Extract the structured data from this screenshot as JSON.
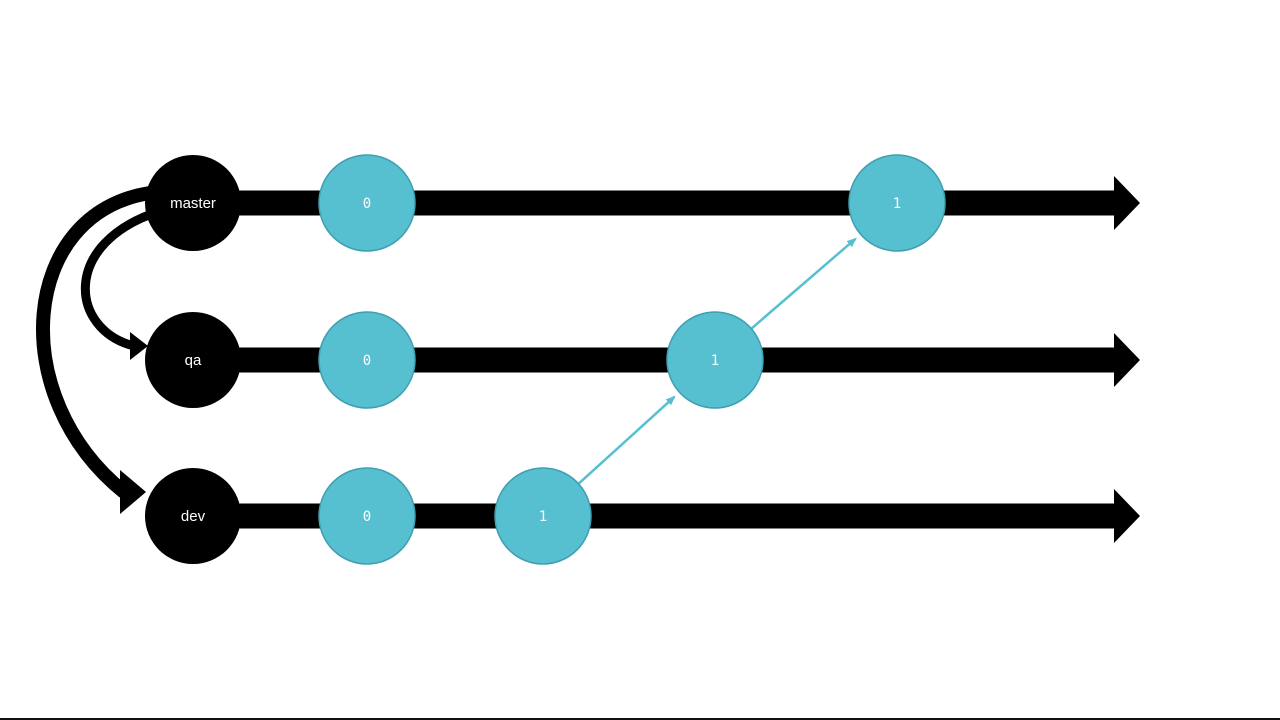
{
  "colors": {
    "branch": "#000000",
    "commit": "#56bfd0",
    "commit_border": "#3f9fb0",
    "merge_arrow": "#56bfd0",
    "background": "#ffffff"
  },
  "branches": [
    {
      "id": "master",
      "label": "master"
    },
    {
      "id": "qa",
      "label": "qa"
    },
    {
      "id": "dev",
      "label": "dev"
    }
  ],
  "commits": [
    {
      "branch": "master",
      "slot": 0,
      "label": "0"
    },
    {
      "branch": "master",
      "slot": 3,
      "label": "1"
    },
    {
      "branch": "qa",
      "slot": 0,
      "label": "0"
    },
    {
      "branch": "qa",
      "slot": 2,
      "label": "1"
    },
    {
      "branch": "dev",
      "slot": 0,
      "label": "0"
    },
    {
      "branch": "dev",
      "slot": 1,
      "label": "1"
    }
  ],
  "branch_links": [
    {
      "from": "master",
      "to": "qa"
    },
    {
      "from": "master",
      "to": "dev"
    }
  ],
  "promotions": [
    {
      "from": {
        "branch": "dev",
        "slot": 1
      },
      "to": {
        "branch": "qa",
        "slot": 2
      }
    },
    {
      "from": {
        "branch": "qa",
        "slot": 2
      },
      "to": {
        "branch": "master",
        "slot": 3
      }
    }
  ]
}
